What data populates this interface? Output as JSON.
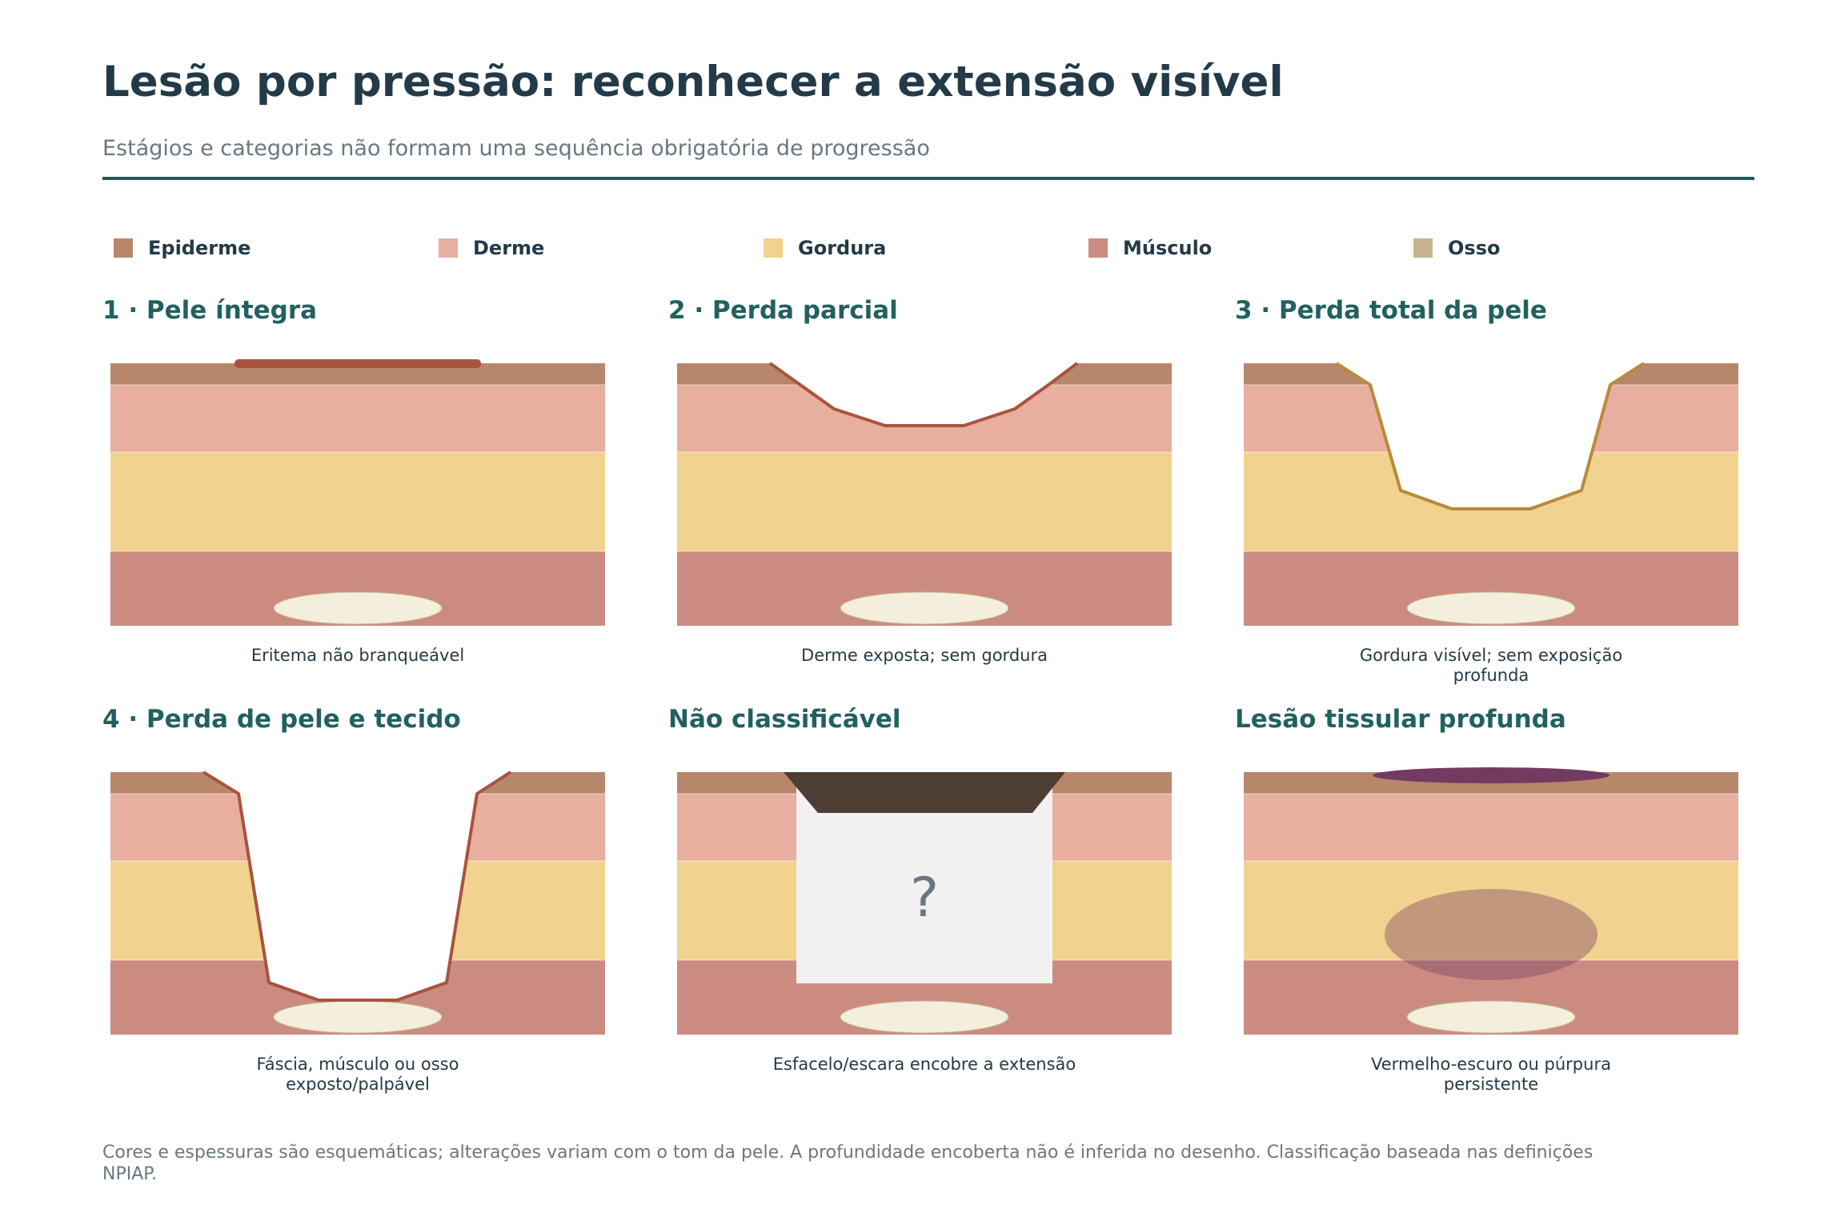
{
  "header": {
    "title": "Lesão por pressão: reconhecer a extensão visível",
    "subtitle": "Estágios e categorias não formam uma sequência obrigatória de progressão"
  },
  "legend": [
    {
      "label": "Epiderme",
      "color": "#b8876b"
    },
    {
      "label": "Derme",
      "color": "#e8ae9e"
    },
    {
      "label": "Gordura",
      "color": "#f2d28f"
    },
    {
      "label": "Músculo",
      "color": "#cb8b80"
    },
    {
      "label": "Osso",
      "color": "#c6b58c"
    }
  ],
  "panels": [
    {
      "title": "1 · Pele íntegra",
      "caption": "Eritema não branqueável",
      "kind": "intact"
    },
    {
      "title": "2 · Perda parcial",
      "caption": "Derme exposta; sem gordura",
      "kind": "partial"
    },
    {
      "title": "3 · Perda total da pele",
      "caption": "Gordura visível; sem exposição profunda",
      "kind": "full-skin"
    },
    {
      "title": "4 · Perda de pele e tecido",
      "caption": "Fáscia, músculo ou osso exposto/palpável",
      "kind": "full-tissue"
    },
    {
      "title": "Não classificável",
      "caption": "Esfacelo/escara encobre a extensão",
      "kind": "unstageable",
      "mark": "?"
    },
    {
      "title": "Lesão tissular profunda",
      "caption": "Vermelho-escuro ou púrpura persistente",
      "kind": "deep-tissue"
    }
  ],
  "colors": {
    "bone_fill": "#f3efdc",
    "wound_line_red": "#a9533f",
    "wound_line_gold": "#b88a3a",
    "erythema": "#a9533f",
    "eschar": "#4d3d33",
    "slough": "#f1f1f1",
    "purple": "#733a62"
  },
  "footnote": "Cores e espessuras são esquemáticas; alterações variam com o tom da pele. A profundidade encoberta não é inferida no desenho. Classificação baseada nas definições NPIAP."
}
